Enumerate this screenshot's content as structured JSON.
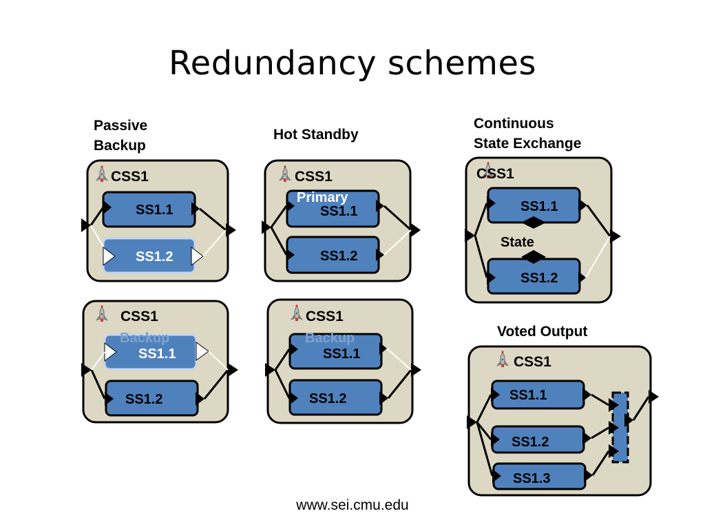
{
  "title": "Redundancy schemes",
  "footer": "www.sei.cmu.edu",
  "labels": {
    "passive_1": "Passive",
    "passive_2": "Backup",
    "hot_standby": "Hot Standby",
    "continuous_1": "Continuous",
    "continuous_2": "State Exchange",
    "voted_output": "Voted Output"
  },
  "diagram": {
    "css": "CSS1",
    "primary": "Primary",
    "backup": "Backup",
    "ss11": "SS1.1",
    "ss12": "SS1.2",
    "ss13": "SS1.3",
    "state": "State"
  },
  "colors": {
    "container_fill": "#dcd8c4",
    "box_fill": "#4f81bd",
    "box_faded_fill": "#7ea3cf",
    "faded_border": "#c8d6ea",
    "white_text": "#ffffff",
    "black": "#000000"
  },
  "icons": [
    "rocket-icon"
  ]
}
